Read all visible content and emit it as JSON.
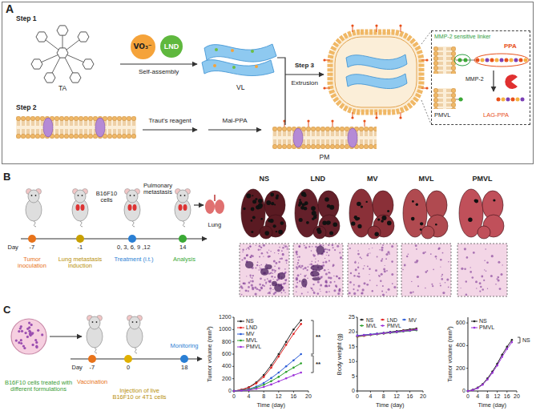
{
  "diagram": {
    "nodes": [
      {
        "text": [
          "A"
        ]
      },
      {
        "text": [
          "VO₃⁻"
        ],
        "in": 0
      },
      {
        "text": [
          "LND"
        ],
        "in": 0
      },
      {
        "text": [
          "MMP-2 sensitive linker",
          "PPA",
          "MMP-2",
          "PMVL",
          "LAG-PPA"
        ],
        "in": 0
      }
    ],
    "labels": [
      "Step 1",
      "TA",
      "Self-assembly",
      "VL",
      "Step 2",
      "Traut's reagent",
      "Mal-PPA",
      "PM",
      "Step 3",
      "Extrusion",
      "B",
      "B16F10 cells",
      "Pulmonary metastasis",
      "Lung",
      "Day",
      "-7",
      "-1",
      "0, 3, 6, 9 ,12",
      "14",
      "Tumor inoculation",
      "Lung metastasis induction",
      "Treatment (i.t.)",
      "Analysis",
      "NS",
      "LND",
      "MV",
      "MVL",
      "PMVL",
      "C",
      "B16F10 cells treated with different formulations",
      "Day",
      "-7",
      "0",
      "18",
      "Vaccination",
      "Injection of live B16F10 or 4T1 cells",
      "Monitoring",
      "0",
      "200",
      "400",
      "600",
      "800",
      "1000",
      "1200",
      "0",
      "4",
      "8",
      "12",
      "16",
      "20",
      "Tumor volume (mm³)",
      "Time (day)",
      "**",
      "**",
      "0",
      "5",
      "10",
      "15",
      "20",
      "25",
      "0",
      "4",
      "8",
      "12",
      "16",
      "20",
      "Body weight (g)",
      "Time (day)",
      "0",
      "200",
      "400",
      "600",
      "0",
      "4",
      "8",
      "12",
      "16",
      "20",
      "Tumor volume (mm³)",
      "Time (day)",
      "NS"
    ],
    "legend": [
      {
        "text": "NS"
      },
      {
        "text": "LND"
      },
      {
        "text": "MV"
      },
      {
        "text": "MVL"
      },
      {
        "text": "PMVL"
      },
      {
        "text": "NS"
      },
      {
        "text": "LND"
      },
      {
        "text": "MV"
      },
      {
        "text": "MVL"
      },
      {
        "text": "PMVL"
      },
      {
        "text": "NS"
      },
      {
        "text": "PMVL"
      }
    ]
  }
}
